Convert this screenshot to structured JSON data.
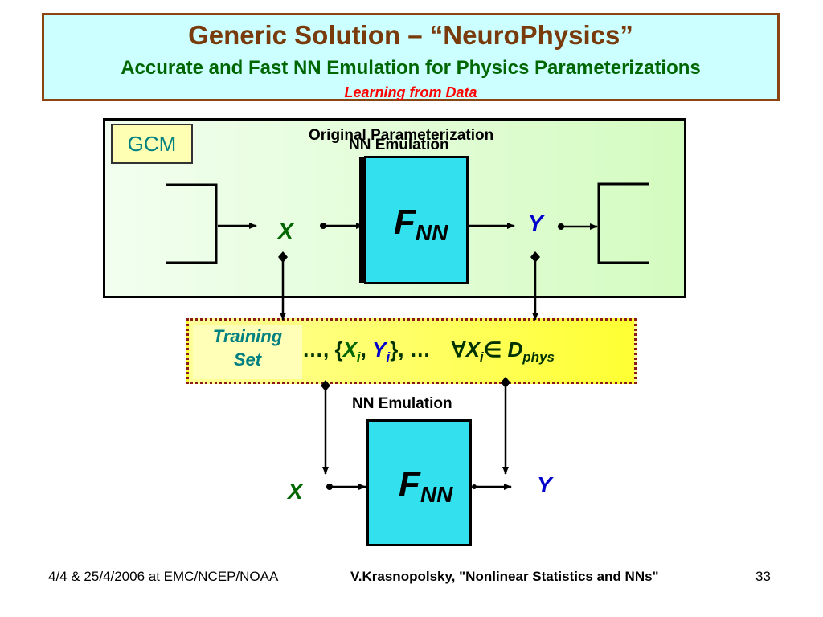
{
  "title": {
    "main": "Generic Solution – “NeuroPhysics”",
    "subtitle": "Accurate and Fast NN Emulation for Physics Parameterizations",
    "tagline": "Learning from Data"
  },
  "gcm": {
    "label": "GCM",
    "original_parameterization_label": "Original Parameterization",
    "nn_emulation_label": "NN Emulation",
    "input_var": "X",
    "output_var": "Y",
    "fnn_main": "F",
    "fnn_sub": "NN"
  },
  "training": {
    "label_line1": "Training",
    "label_line2": "Set",
    "formula_prefix": "…, {",
    "xi": "X",
    "i1": "i",
    "comma": ", ",
    "yi": "Y",
    "i2": "i",
    "formula_suffix": "}, …",
    "forall": "∀",
    "xi2": "X",
    "i3": "i",
    "in": "∈",
    "d": " D",
    "phys": "phys"
  },
  "emulation": {
    "label": "NN Emulation",
    "input_var": "X",
    "output_var": "Y",
    "fnn_main": "F",
    "fnn_sub": "NN"
  },
  "footer": {
    "left": "4/4 & 25/4/2006 at EMC/NCEP/NOAA",
    "center": "V.Krasnopolsky, \"Nonlinear Statistics and NNs\"",
    "page": "33"
  },
  "colors": {
    "title_brown": "#7a3b0c",
    "subtitle_green": "#006600",
    "tagline_red": "#ff0000",
    "nn_box_cyan": "#33e0ee",
    "x_green": "#006600",
    "y_blue": "#0000cc",
    "gcm_teal": "#008080"
  }
}
